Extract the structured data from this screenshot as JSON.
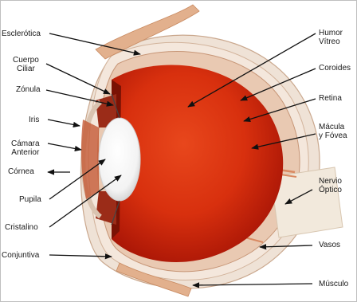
{
  "labels": {
    "esclerotica": "Esclerótica",
    "cuerpo_ciliar_1": "Cuerpo",
    "cuerpo_ciliar_2": "Ciliar",
    "zonula": "Zónula",
    "iris": "Iris",
    "camara_1": "Cámara",
    "camara_2": "Anterior",
    "cornea": "Córnea",
    "pupila": "Pupila",
    "cristalino": "Cristalino",
    "conjuntiva": "Conjuntiva",
    "humor_1": "Humor",
    "humor_2": "Vítreo",
    "coroides": "Coroides",
    "retina": "Retina",
    "macula_1": "Mácula",
    "macula_2": "y Fóvea",
    "nervio_1": "Nervio",
    "nervio_2": "Óptico",
    "vasos": "Vasos",
    "musculo": "Músculo"
  },
  "colors": {
    "globe_dark": "#b81a08",
    "globe_mid": "#d8300e",
    "globe_light": "#e8471c",
    "sclera": "#e9d5c6",
    "muscle": "#d9a27c",
    "lens": "#ffffff",
    "arrow": "#111111"
  }
}
